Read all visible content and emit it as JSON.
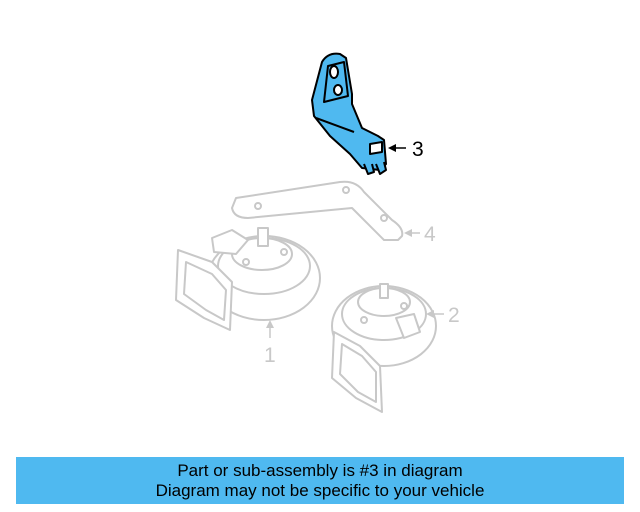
{
  "diagram": {
    "callouts": [
      {
        "id": "1",
        "label": "1"
      },
      {
        "id": "2",
        "label": "2"
      },
      {
        "id": "3",
        "label": "3"
      },
      {
        "id": "4",
        "label": "4"
      }
    ],
    "highlighted_part": "3",
    "highlight_color": "#4fb9f0",
    "faded_line_color": "#c8c8c8",
    "active_line_color": "#000000"
  },
  "banner": {
    "line1": "Part or sub-assembly is #3 in diagram",
    "line2": "Diagram may not be specific to your vehicle",
    "background_color": "#4fb9f0"
  }
}
